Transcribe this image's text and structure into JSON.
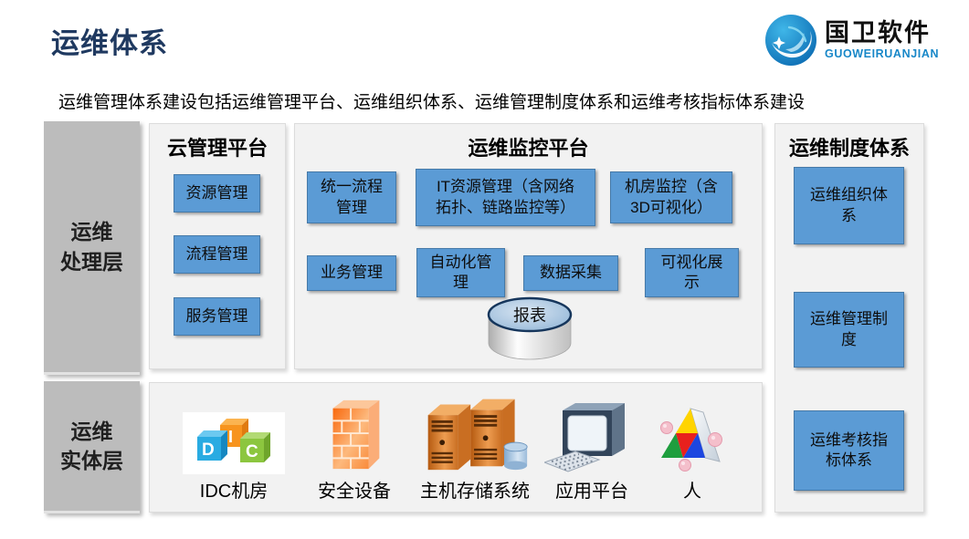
{
  "page": {
    "title": "运维体系",
    "subtitle": "运维管理体系建设包括运维管理平台、运维组织体系、运维管理制度体系和运维考核指标体系建设"
  },
  "logo": {
    "company_cn": "国卫软件",
    "company_en": "GUOWEIRUANJIAN",
    "icon": "swoosh-globe-icon"
  },
  "colors": {
    "title_navy": "#1F3960",
    "box_blue": "#5B9BD5",
    "box_border": "#4579A8",
    "panel_bg": "#F2F2F2",
    "layer_bar_gray": "#BCBCBC",
    "logo_blue": "#1787C8"
  },
  "layers": {
    "processing": {
      "line1": "运维",
      "line2": "处理层"
    },
    "entity": {
      "line1": "运维",
      "line2": "实体层"
    }
  },
  "cloud_platform": {
    "title": "云管理平台",
    "items": [
      {
        "label": "资源管理"
      },
      {
        "label": "流程管理"
      },
      {
        "label": "服务管理"
      }
    ]
  },
  "monitor_platform": {
    "title": "运维监控平台",
    "row1": [
      {
        "label": "统一流程管理"
      },
      {
        "label": "IT资源管理（含网络拓扑、链路监控等）"
      },
      {
        "label": "机房监控（含3D可视化）"
      }
    ],
    "row2": [
      {
        "label": "业务管理"
      },
      {
        "label": "自动化管理"
      },
      {
        "label": "数据采集"
      },
      {
        "label": "可视化展示"
      }
    ],
    "report_cylinder": {
      "label": "报表"
    }
  },
  "policy_system": {
    "title": "运维制度体系",
    "items": [
      {
        "label": "运维组织体系"
      },
      {
        "label": "运维管理制度"
      },
      {
        "label": "运维考核指标体系"
      }
    ]
  },
  "entity_layer": {
    "items": [
      {
        "label": "IDC机房",
        "icon": "idc-blocks-icon",
        "icon_letters": [
          "I",
          "D",
          "C"
        ]
      },
      {
        "label": "安全设备",
        "icon": "firewall-icon"
      },
      {
        "label": "主机存储系统",
        "icon": "server-storage-icon"
      },
      {
        "label": "应用平台",
        "icon": "computer-icon"
      },
      {
        "label": "人",
        "icon": "people-prism-icon"
      }
    ]
  }
}
